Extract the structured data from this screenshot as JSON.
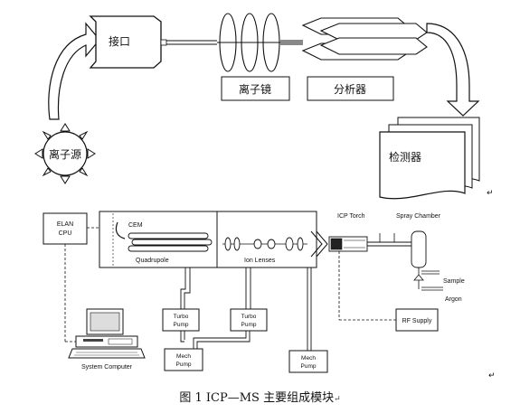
{
  "top_diagram": {
    "interface": "接口",
    "ion_source": "离子源",
    "ion_lens": "离子镜",
    "analyzer": "分析器",
    "detector": "检测器"
  },
  "bottom_diagram": {
    "elan_cpu_line1": "ELAN",
    "elan_cpu_line2": "CPU",
    "cem": "CEM",
    "quadrupole": "Quadrupole",
    "ion_lenses": "Ion Lenses",
    "icp_torch": "ICP Torch",
    "spray_chamber": "Spray Chamber",
    "sample": "Sample",
    "argon": "Argon",
    "turbo_pump_1": "Turbo Pump",
    "turbo_pump_2": "Turbo Pump",
    "mech_pump_1": "Mech Pump",
    "mech_pump_2": "Mech Pump",
    "rf_supply": "RF Supply",
    "system_computer": "System Computer"
  },
  "caption": "图 1   ICP—MS 主要组成模块",
  "paragraph_marks": [
    "↵",
    "↵",
    "↵"
  ]
}
